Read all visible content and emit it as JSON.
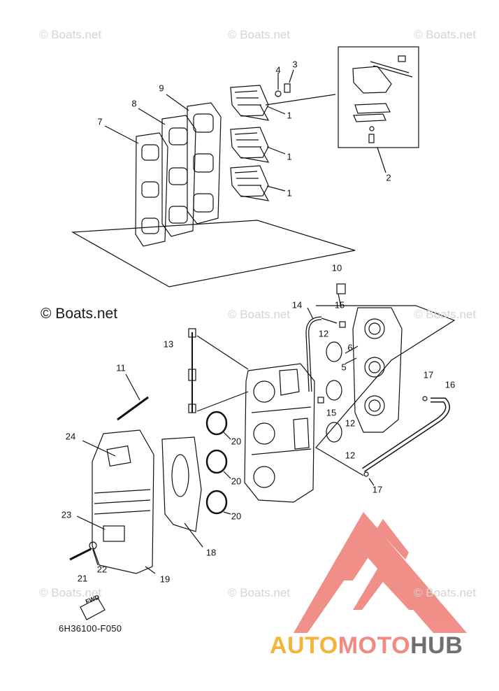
{
  "watermarks": [
    "© Boats.net",
    "© Boats.net",
    "© Boats.net",
    "© Boats.net",
    "© Boats.net",
    "© Boats.net",
    "© Boats.net",
    "© Boats.net"
  ],
  "main_watermark": "© Boats.net",
  "callouts": [
    "1",
    "1",
    "1",
    "2",
    "3",
    "4",
    "7",
    "8",
    "9",
    "10",
    "14",
    "15",
    "12",
    "6",
    "5",
    "15",
    "12",
    "12",
    "13",
    "11",
    "17",
    "16",
    "17",
    "24",
    "20",
    "20",
    "20",
    "23",
    "18",
    "22",
    "21",
    "19"
  ],
  "fwd_label": "FWD",
  "diagram_code": "6H36100-F050",
  "brand": {
    "part1": "AUTO",
    "part2": "MOTO",
    "part3": "HUB",
    "logo_color": "#f08a82"
  }
}
